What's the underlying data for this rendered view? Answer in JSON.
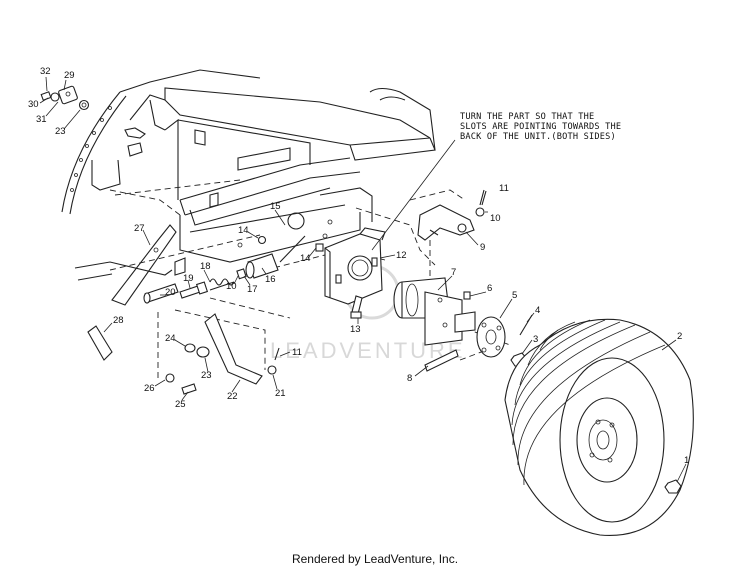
{
  "instruction_note": {
    "lines": [
      "TURN THE PART SO THAT THE",
      "SLOTS ARE POINTING TOWARDS THE",
      "BACK OF THE UNIT.(BOTH SIDES)"
    ]
  },
  "watermark": "LEADVENTURE",
  "footer": "Rendered by LeadVenture, Inc.",
  "callouts": [
    {
      "id": "32",
      "label": "32"
    },
    {
      "id": "29",
      "label": "29"
    },
    {
      "id": "30",
      "label": "30"
    },
    {
      "id": "31",
      "label": "31"
    },
    {
      "id": "23a",
      "label": "23"
    },
    {
      "id": "27",
      "label": "27"
    },
    {
      "id": "15",
      "label": "15"
    },
    {
      "id": "14a",
      "label": "14"
    },
    {
      "id": "14b",
      "label": "14"
    },
    {
      "id": "12",
      "label": "12"
    },
    {
      "id": "11a",
      "label": "11"
    },
    {
      "id": "10a",
      "label": "10"
    },
    {
      "id": "9",
      "label": "9"
    },
    {
      "id": "18",
      "label": "18"
    },
    {
      "id": "19",
      "label": "19"
    },
    {
      "id": "16",
      "label": "16"
    },
    {
      "id": "17",
      "label": "17"
    },
    {
      "id": "10b",
      "label": "10"
    },
    {
      "id": "20",
      "label": "20"
    },
    {
      "id": "7",
      "label": "7"
    },
    {
      "id": "6",
      "label": "6"
    },
    {
      "id": "5",
      "label": "5"
    },
    {
      "id": "4",
      "label": "4"
    },
    {
      "id": "13",
      "label": "13"
    },
    {
      "id": "28",
      "label": "28"
    },
    {
      "id": "24",
      "label": "24"
    },
    {
      "id": "11b",
      "label": "11"
    },
    {
      "id": "3",
      "label": "3"
    },
    {
      "id": "2",
      "label": "2"
    },
    {
      "id": "23b",
      "label": "23"
    },
    {
      "id": "26",
      "label": "26"
    },
    {
      "id": "25",
      "label": "25"
    },
    {
      "id": "22",
      "label": "22"
    },
    {
      "id": "21",
      "label": "21"
    },
    {
      "id": "8",
      "label": "8"
    },
    {
      "id": "1",
      "label": "1"
    }
  ]
}
